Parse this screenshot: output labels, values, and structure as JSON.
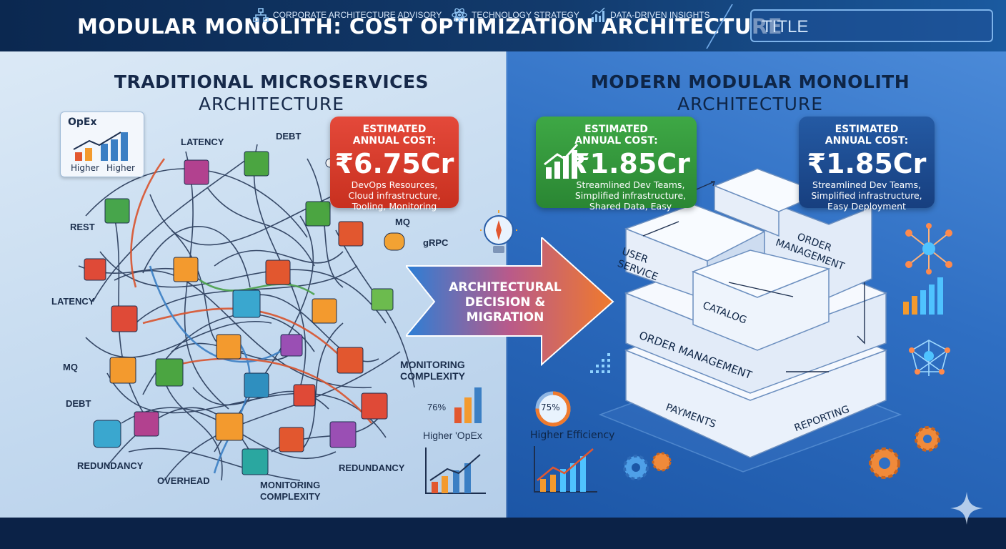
{
  "header": {
    "title": "MODULAR MONOLITH: COST OPTIMIZATION ARCHITECTURE",
    "title_box": "TITLE"
  },
  "left": {
    "heading_line1": "TRADITIONAL MICROSERVICES",
    "heading_line2": "ARCHITECTURE",
    "opex_card": {
      "title": "OpEx",
      "label_a": "Higher",
      "label_b": "Higher"
    },
    "cost_tag": {
      "label_line1": "ESTIMATED",
      "label_line2": "ANNUAL COST:",
      "amount": "₹6.75Cr",
      "desc_line1": "DevOps Resources,",
      "desc_line2": "Cloud infrastructure,",
      "desc_line3": "Tooling, Monitoring"
    },
    "labels": {
      "latency_top": "LATENCY",
      "debt_top": "DEBT",
      "rest": "REST",
      "mq_right": "MQ",
      "grpc": "gRPC",
      "latency_left": "LATENCY",
      "mq_left": "MQ",
      "debt_left": "DEBT",
      "monitoring_right": "MONITORING",
      "complexity_right": "COMPLEXITY",
      "redundancy_left": "REDUNDANCY",
      "overhead": "OVERHEAD",
      "monitoring_bottom": "MONITORING",
      "complexity_bottom": "COMPLEXITY",
      "redundancy_right": "REDUNDANCY"
    },
    "stat_percent": "76%",
    "stat_label": "Higher 'OpEx"
  },
  "center": {
    "arrow_line1": "ARCHITECTURAL",
    "arrow_line2": "DECISION &",
    "arrow_line3": "MIGRATION"
  },
  "right": {
    "heading_line1": "MODERN MODULAR MONOLITH",
    "heading_line2": "ARCHITECTURE",
    "cost_tag_green": {
      "label_line1": "ESTIMATED",
      "label_line2": "ANNUAL COST:",
      "amount": "₹1.85Cr",
      "desc_line1": "Streamlined Dev Teams,",
      "desc_line2": "Simplified infrastructure,",
      "desc_line3": "Shared Data, Easy"
    },
    "cost_tag_blue": {
      "label_line1": "ESTIMATED",
      "label_line2": "ANNUAL COST:",
      "amount": "₹1.85Cr",
      "desc_line1": "Streamlined Dev Teams,",
      "desc_line2": "Simplified infrastructure,",
      "desc_line3": "Easy Deployment"
    },
    "modules": {
      "user_service_line1": "USER",
      "user_service_line2": "SERVICE",
      "order_mgmt_top_line1": "ORDER",
      "order_mgmt_top_line2": "MANAGEMENT",
      "catalog": "CATALOG",
      "order_mgmt": "ORDER MANAGEMENT",
      "payments": "PAYMENTS",
      "reporting": "REPORTING"
    },
    "efficiency_percent": "75%",
    "efficiency_label": "Higher Efficiency"
  },
  "footer": {
    "item1": "CORPORATE ARCHITECTURE ADVISORY",
    "item2": "TECHNOLOGY STRATEGY",
    "item3": "DATA-DRIVEN INSIGHTS"
  },
  "colors": {
    "red_tag": "#d63a2a",
    "green_tag": "#339a3c",
    "blue_tag": "#1e4d94",
    "header_bg": "#0b2850",
    "footer_bg": "#0b2247"
  }
}
